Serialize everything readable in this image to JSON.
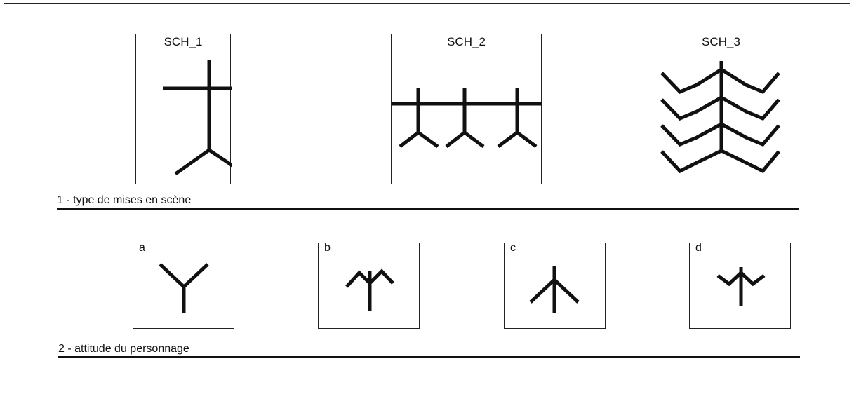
{
  "section1": {
    "label": "1 - type de mises en scène",
    "schemes": [
      {
        "title": "SCH_1"
      },
      {
        "title": "SCH_2"
      },
      {
        "title": "SCH_3"
      }
    ]
  },
  "section2": {
    "label": "2 - attitude du personnage",
    "attitudes": [
      {
        "letter": "a"
      },
      {
        "letter": "b"
      },
      {
        "letter": "c"
      },
      {
        "letter": "d"
      }
    ]
  }
}
